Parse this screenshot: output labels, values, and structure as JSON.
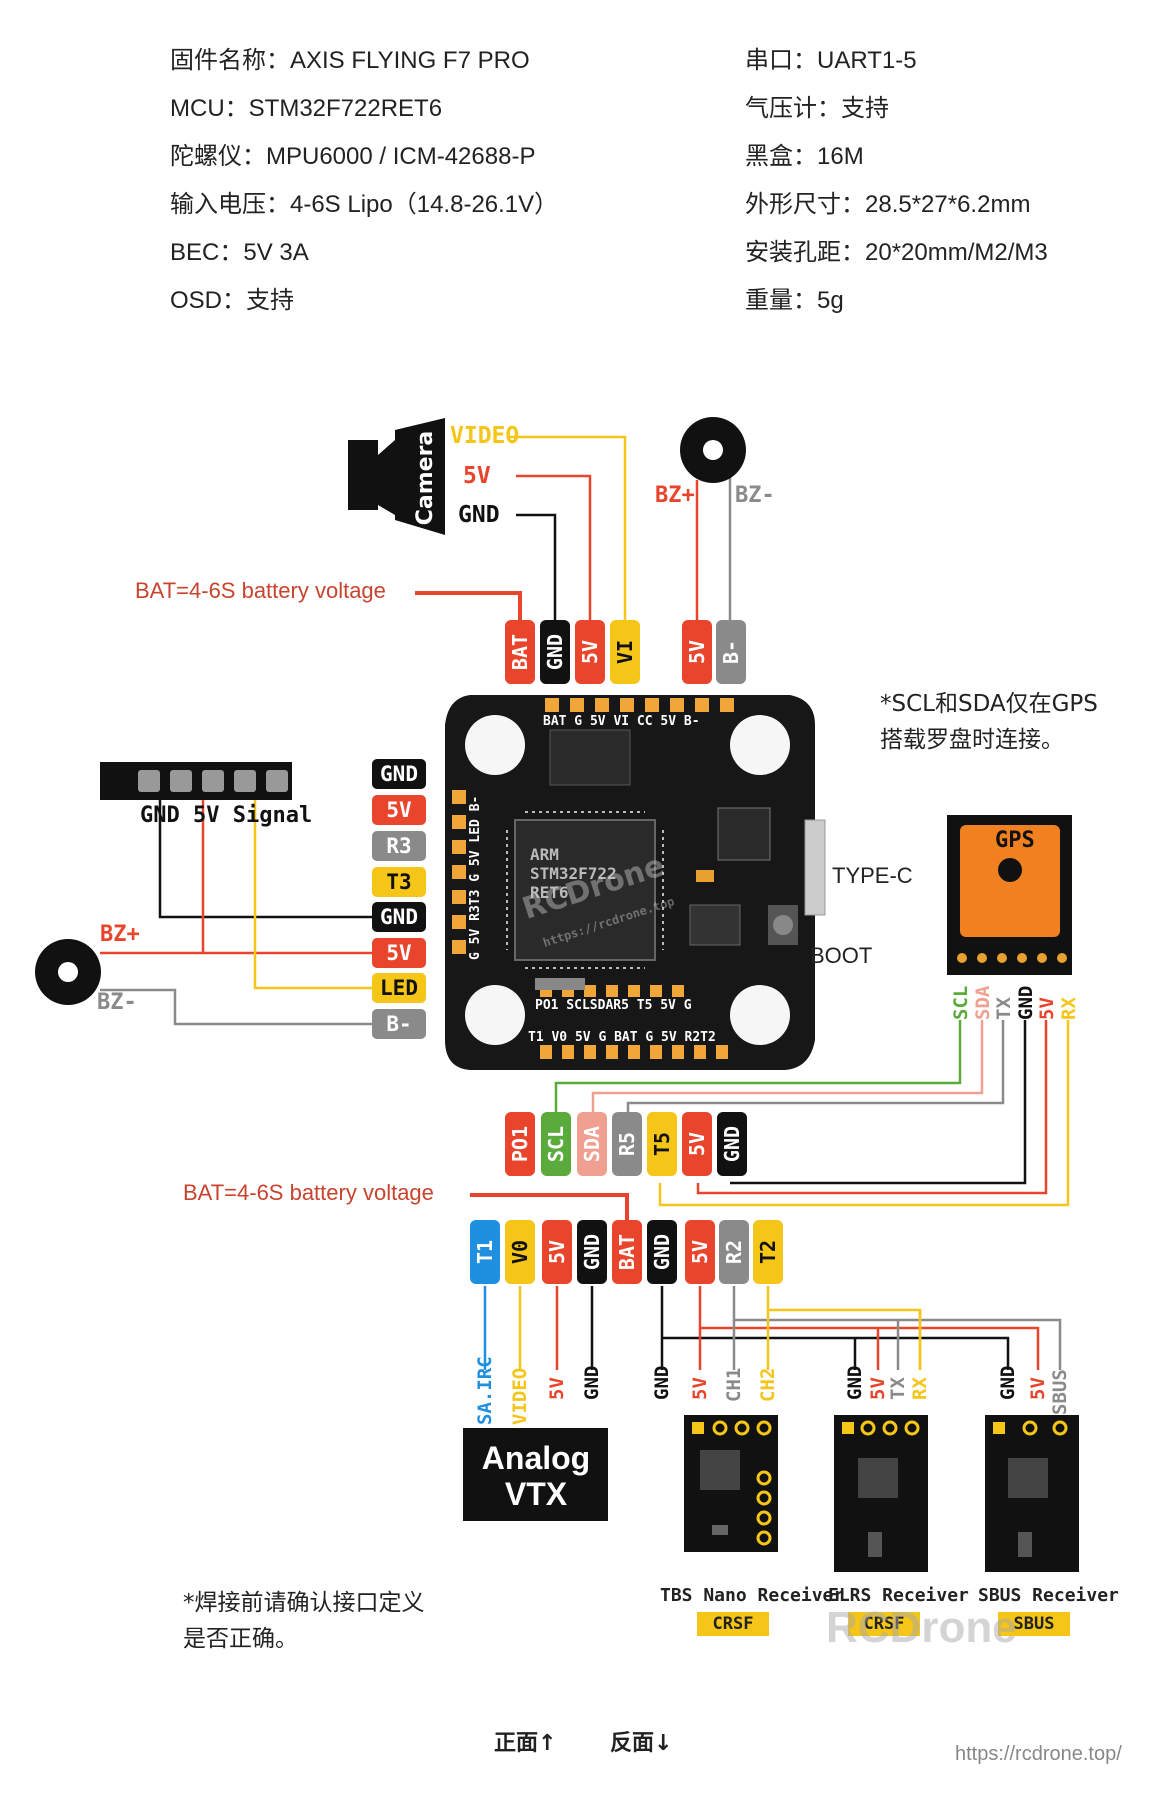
{
  "specs_left": [
    "固件名称：AXIS FLYING F7 PRO",
    "MCU：STM32F722RET6",
    "陀螺仪：MPU6000 / ICM-42688-P",
    "输入电压：4-6S Lipo（14.8-26.1V）",
    "BEC：5V 3A",
    "OSD：支持"
  ],
  "specs_right": [
    "串口：UART1-5",
    "气压计：支持",
    "黑盒：16M",
    "外形尺寸：28.5*27*6.2mm",
    "安装孔距：20*20mm/M2/M3",
    "重量：5g"
  ],
  "camera": {
    "label": "Camera",
    "video": "VIDEO",
    "v5": "5V",
    "gnd": "GND"
  },
  "bat_note": "BAT=4-6S battery voltage",
  "buzzer_top": {
    "plus": "BZ+",
    "minus": "BZ-"
  },
  "top_pads": [
    "BAT",
    "GND",
    "5V",
    "VI",
    "5V",
    "B-"
  ],
  "gps_note": [
    "*SCL和SDA仅在GPS",
    "搭载罗盘时连接。"
  ],
  "led_strip": {
    "label": "GND 5V Signal"
  },
  "left_pads": [
    "GND",
    "5V",
    "R3",
    "T3",
    "GND",
    "5V",
    "LED",
    "B-"
  ],
  "buzzer_left": {
    "plus": "BZ+",
    "minus": "BZ-"
  },
  "board": {
    "top_silk": "BAT G 5V VI CC 5V B-",
    "bottom_silk1": "PO1 SCLSDAR5 T5 5V G",
    "bottom_silk2": "T1 V0 5V G BAT G 5V R2T2",
    "side_silk": "G 5V R3T3 G 5V LED B-",
    "chip": "ARM STM32F722 RET6",
    "watermark": "RCDrone",
    "watermark_url": "https://rcdrone.top"
  },
  "typec": "TYPE-C",
  "boot": "BOOT",
  "gps": {
    "title": "GPS",
    "pins": [
      "SCL",
      "SDA",
      "TX",
      "GND",
      "5V",
      "RX"
    ]
  },
  "mid_pads": [
    "PO1",
    "SCL",
    "SDA",
    "R5",
    "T5",
    "5V",
    "GND"
  ],
  "bottom_pads": [
    "T1",
    "V0",
    "5V",
    "GND",
    "BAT",
    "GND",
    "5V",
    "R2",
    "T2"
  ],
  "vtx": {
    "title": "Analog VTX",
    "pins": [
      "SA.IRC",
      "VIDEO",
      "5V",
      "GND"
    ]
  },
  "receivers": [
    {
      "name": "TBS Nano Receiver",
      "protocol": "CRSF",
      "pins": [
        "GND",
        "5V",
        "CH1",
        "CH2"
      ]
    },
    {
      "name": "ELRS Receiver",
      "protocol": "CRSF",
      "pins": [
        "GND",
        "5V",
        "TX",
        "RX"
      ]
    },
    {
      "name": "SBUS Receiver",
      "protocol": "SBUS",
      "pins": [
        "GND",
        "5V",
        "SBUS"
      ]
    }
  ],
  "solder_note": [
    "*焊接前请确认接口定义",
    "是否正确。"
  ],
  "footer": {
    "front": "正面↑",
    "back": "反面↓",
    "url": "https://rcdrone.top/",
    "watermark": "RCDrone"
  },
  "colors": {
    "red": "#e8452c",
    "black": "#111111",
    "yellow": "#f5c518",
    "grey": "#8a8a8a",
    "green": "#5aaa3c",
    "pink": "#f0a090",
    "blue": "#1f8fe0",
    "orange": "#f08020"
  }
}
